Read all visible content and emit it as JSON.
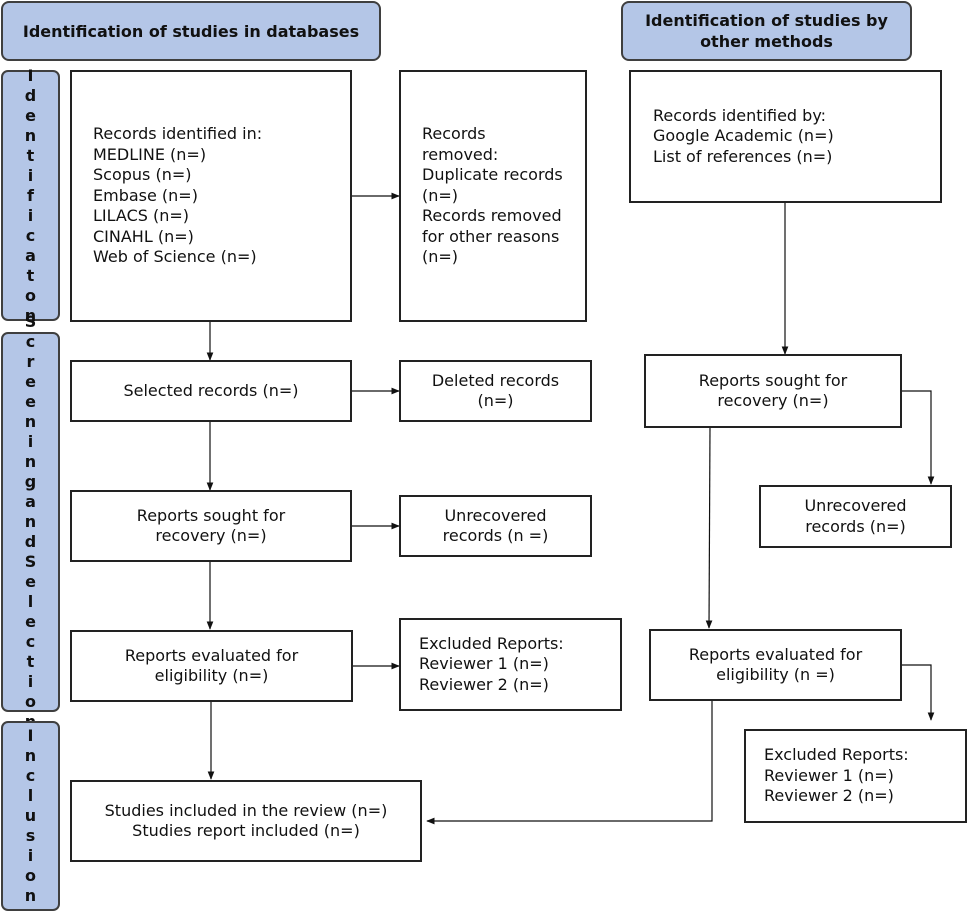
{
  "headers": {
    "databases": "Identification of studies in databases",
    "other": [
      "Identification of studies by",
      "other methods"
    ]
  },
  "phases": {
    "identification": [
      "I",
      "d",
      "e",
      "n",
      "t",
      "i",
      "f",
      "i",
      "c",
      "a",
      "t",
      "o",
      "n"
    ],
    "screening": [
      "S",
      "c",
      "r",
      "e",
      "e",
      "n",
      "i",
      "n",
      "g",
      "",
      "a",
      "n",
      "d",
      "",
      "S",
      "e",
      "l",
      "e",
      "c",
      "t",
      "i",
      "o",
      "n"
    ],
    "inclusion": [
      "I",
      "n",
      "c",
      "l",
      "u",
      "s",
      "i",
      "o",
      "n"
    ]
  },
  "boxes": {
    "records_identified": [
      "Records identified in:",
      "MEDLINE (n=)",
      "Scopus (n=)",
      "Embase (n=)",
      "LILACS (n=)",
      "CINAHL (n=)",
      "Web of Science (n=)"
    ],
    "records_removed": [
      "Records",
      "removed:",
      "Duplicate records",
      "(n=)",
      "Records removed",
      "for other reasons",
      "(n=)"
    ],
    "records_other": [
      "Records identified by:",
      "Google Academic (n=)",
      "List of references (n=)"
    ],
    "selected_records": [
      "Selected records (n=)"
    ],
    "deleted_records": [
      "Deleted records",
      "(n=)"
    ],
    "reports_sought_db": [
      "Reports sought for",
      "recovery (n=)"
    ],
    "unrecovered_db": [
      "Unrecovered",
      "records (n =)"
    ],
    "reports_sought_other": [
      "Reports sought for",
      "recovery (n=)"
    ],
    "unrecovered_other": [
      "Unrecovered",
      "records (n=)"
    ],
    "reports_eval_db": [
      "Reports evaluated for",
      "eligibility (n=)"
    ],
    "excluded_db": [
      "Excluded Reports:",
      "Reviewer 1 (n=)",
      "Reviewer 2 (n=)"
    ],
    "reports_eval_other": [
      "Reports evaluated for",
      "eligibility (n =)"
    ],
    "excluded_other": [
      "Excluded Reports:",
      "Reviewer 1 (n=)",
      "Reviewer 2 (n=)"
    ],
    "studies_included": [
      "Studies included in the review (n=)",
      "Studies report included (n=)"
    ]
  }
}
